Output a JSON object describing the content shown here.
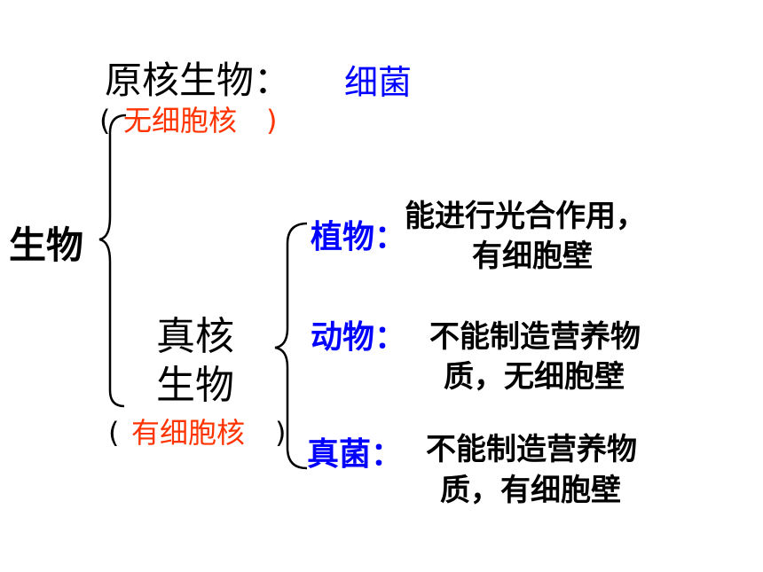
{
  "root": "生物",
  "prokaryote": {
    "title": "原核生物：",
    "example": "细菌",
    "note_open": "(",
    "note_text": "无细胞核",
    "note_close": ")"
  },
  "eukaryote": {
    "line1": "真核",
    "line2": "生物",
    "note_open": "(",
    "note_text": "有细胞核",
    "note_close": ")"
  },
  "branches": [
    {
      "label": "植物：",
      "desc1": "能进行光合作用，",
      "desc2": "有细胞壁"
    },
    {
      "label": "动物：",
      "desc1": "不能制造营养物",
      "desc2": "质，无细胞壁"
    },
    {
      "label": "真菌：",
      "desc1": "不能制造营养物",
      "desc2": "质，有细胞壁"
    }
  ],
  "colors": {
    "label": "#0000ff",
    "note": "#ff3300",
    "text": "#000000"
  }
}
